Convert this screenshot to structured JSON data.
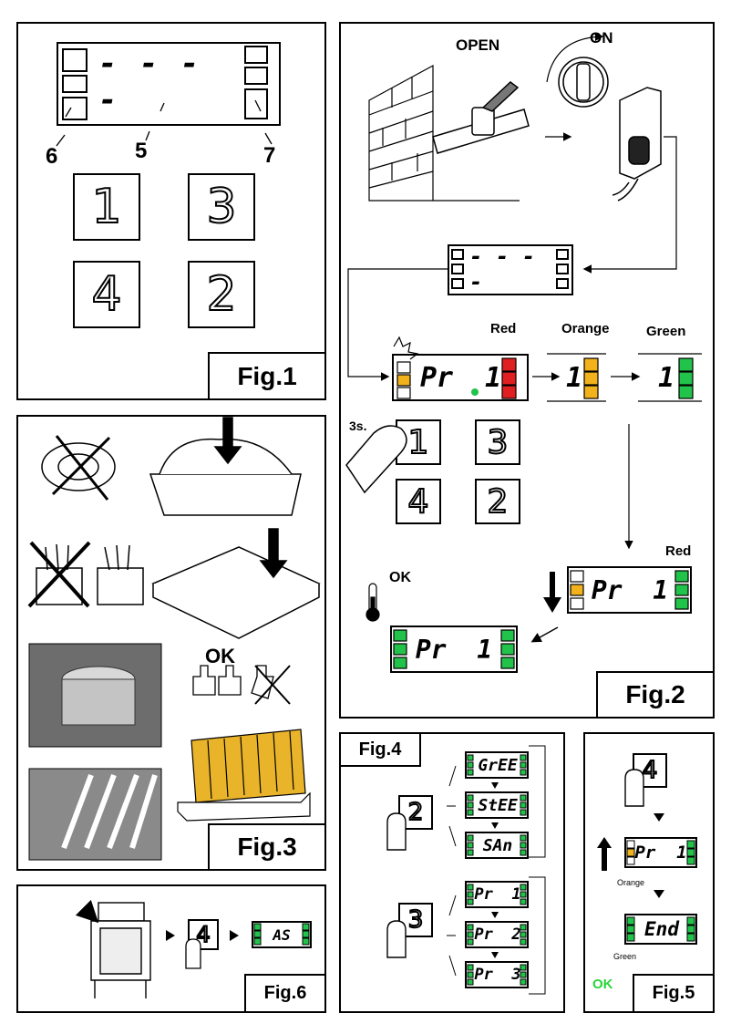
{
  "fig1": {
    "label": "Fig.1",
    "callouts": [
      "6",
      "5",
      "7"
    ],
    "display_text": "- - - -",
    "keys": [
      "1",
      "3",
      "4",
      "2"
    ]
  },
  "fig2": {
    "label": "Fig.2",
    "open": "OPEN",
    "on": "ON",
    "switch_text": "ON",
    "display_text": "- - - -",
    "red": "Red",
    "orange": "Orange",
    "green": "Green",
    "pr_text": "Pr",
    "one": "1",
    "press_time": "3s.",
    "keys": [
      "1",
      "3",
      "4",
      "2"
    ],
    "red2": "Red",
    "ok": "OK",
    "pr1": "Pr  1"
  },
  "fig3": {
    "label": "Fig.3",
    "ok_cutlery": "OK",
    "ok_glasses": "OK"
  },
  "fig4": {
    "label": "Fig.4",
    "key_a": "2",
    "key_b": "3",
    "displays_a": [
      "GrEE",
      "StEE",
      "SAn"
    ],
    "displays_b": [
      "Pr  1",
      "Pr  2",
      "Pr  3"
    ]
  },
  "fig5": {
    "label": "Fig.5",
    "key": "4",
    "pr1": "Pr  1",
    "orange": "Orange",
    "end": "End",
    "green": "Green",
    "ok": "OK"
  },
  "fig6": {
    "label": "Fig.6",
    "key": "4",
    "display": "AS"
  },
  "colors": {
    "green": "#22c34a",
    "orange": "#f2b21c",
    "red": "#e02020",
    "ok_green": "#2ad43a"
  }
}
